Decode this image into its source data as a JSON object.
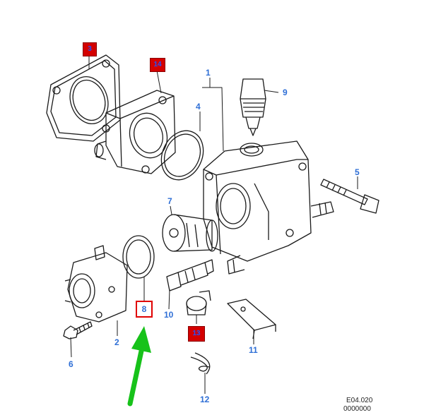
{
  "callouts": {
    "n1": "1",
    "n2": "2",
    "n3": "3",
    "n4": "4",
    "n5": "5",
    "n6": "6",
    "n7": "7",
    "n8": "8",
    "n9": "9",
    "n10": "10",
    "n11": "11",
    "n12": "12",
    "n13": "13",
    "n14": "14"
  },
  "reference": {
    "line1": "E04.020",
    "line2": "0000000"
  },
  "colors": {
    "callout_text": "#2f6fd6",
    "highlight_fill": "#d40000",
    "highlight_border": "#e00000",
    "arrow": "#17c21a",
    "line_art": "#1a1a1a"
  }
}
